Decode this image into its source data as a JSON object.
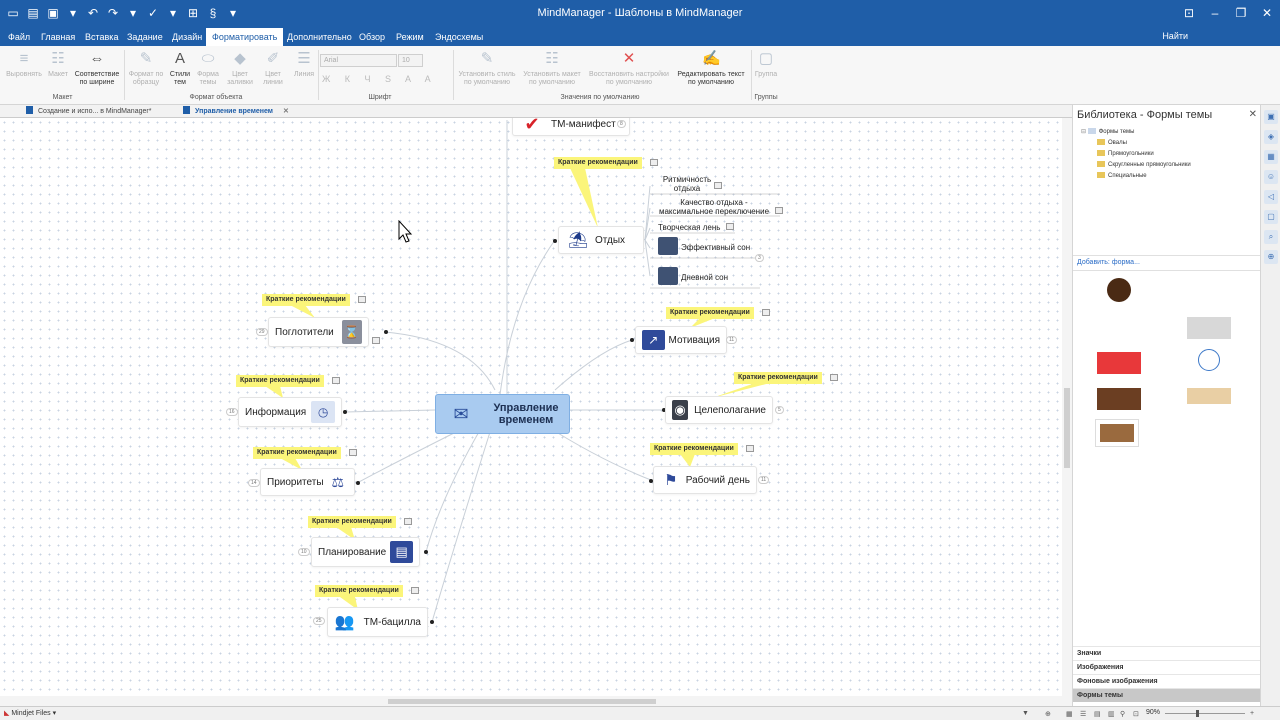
{
  "window": {
    "title": "MindManager - Шаблоны в MindManager"
  },
  "ribbon_tabs": [
    {
      "label": "Файл"
    },
    {
      "label": "Главная"
    },
    {
      "label": "Вставка"
    },
    {
      "label": "Задание"
    },
    {
      "label": "Дизайн"
    },
    {
      "label": "Форматировать",
      "active": true
    },
    {
      "label": "Дополнительно"
    },
    {
      "label": "Обзор"
    },
    {
      "label": "Режим"
    },
    {
      "label": "Эндосхемы"
    }
  ],
  "find_label": "Найти",
  "ribbon": {
    "buttons": {
      "align": "Выровнять",
      "layout": "Макет",
      "fit_width": "Соответствие по ширине",
      "format_painter": "Формат по образцу",
      "topic_styles": "Стили тем",
      "topic_shape": "Форма темы",
      "fill_color": "Цвет заливки",
      "line_color": "Цвет линии",
      "line": "Линия",
      "set_default_style": "Установить стиль по умолчанию",
      "set_default_layout": "Установить макет по умолчанию",
      "restore_defaults": "Восстановить настройки по умолчанию",
      "edit_default_text": "Редактировать текст по умолчанию",
      "group": "Группа"
    },
    "font_name": "Arial",
    "font_size": "10",
    "groups": {
      "layout": "Макет",
      "object_format": "Формат объекта",
      "font": "Шрифт",
      "defaults": "Значения по умолчанию",
      "groups": "Группы"
    }
  },
  "doc_tabs": [
    {
      "label": "Создание и испо... в MindManager*"
    },
    {
      "label": "Управление временем",
      "active": true
    }
  ],
  "map": {
    "central": "Управление временем",
    "callout_text": "Краткие рекомендации",
    "topics": {
      "tm_manifest": {
        "label": "ТМ-манифест",
        "count": "8"
      },
      "rest": {
        "label": "Отдых"
      },
      "absorbers": {
        "label": "Поглотители",
        "count": "29"
      },
      "motivation": {
        "label": "Мотивация",
        "count": "11"
      },
      "information": {
        "label": "Информация",
        "count": "16"
      },
      "goals": {
        "label": "Целеполагание",
        "count": "5"
      },
      "priorities": {
        "label": "Приоритеты",
        "count": "14"
      },
      "workday": {
        "label": "Рабочий день",
        "count": "11"
      },
      "planning": {
        "label": "Планирование",
        "count": "10"
      },
      "tm_bacillus": {
        "label": "ТМ-бацилла",
        "count": "25"
      }
    },
    "rest_subtopics": {
      "rhythm": "Ритмичность отдыха",
      "quality": "Качество отдыха - максимальное переключение",
      "creative_laziness": "Творческая лень",
      "effective_sleep": "Эффективный сон",
      "day_sleep": "Дневной сон",
      "day_sleep_count": "3"
    }
  },
  "library": {
    "title": "Библиотека - Формы темы",
    "tree": {
      "root": "Формы темы",
      "items": [
        "Овалы",
        "Прямоугольники",
        "Скругленные прямоугольники",
        "Специальные"
      ]
    },
    "add_shape": "Добавить: форма...",
    "footer": [
      {
        "label": "Значки"
      },
      {
        "label": "Изображения"
      },
      {
        "label": "Фоновые изображения"
      },
      {
        "label": "Формы темы",
        "selected": true
      }
    ],
    "colors": {
      "circle_dark": "#4a2a14",
      "light_gray": "#d8d8d8",
      "red": "#e8383a",
      "circle_outline": "#3c78c8",
      "wood_dark": "#6b3e22",
      "wood_light": "#e9cfa4",
      "wood_medium": "#9a6a3e"
    }
  },
  "status": {
    "left": "Mindjet Files",
    "zoom": "90%"
  }
}
